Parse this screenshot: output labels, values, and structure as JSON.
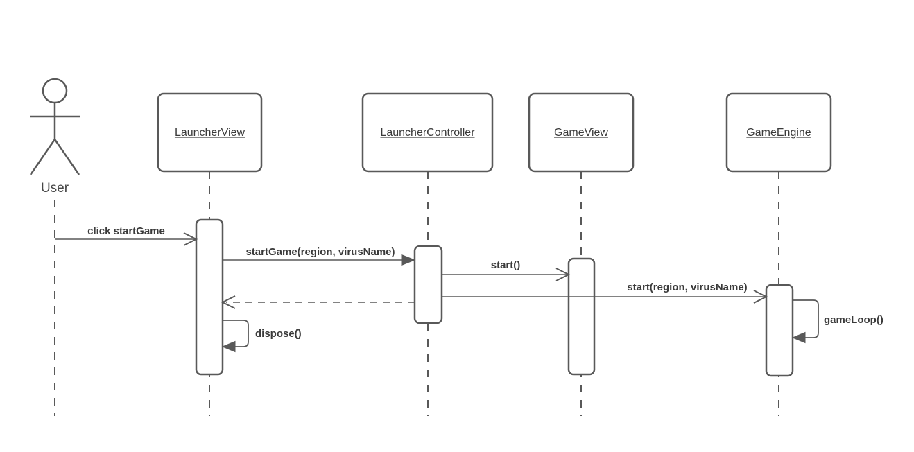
{
  "diagram": {
    "type": "uml-sequence",
    "colors": {
      "stroke": "#595959",
      "text": "#3a3a3a",
      "background": "#ffffff"
    },
    "actor": {
      "label": "User"
    },
    "lifelines": [
      {
        "label": "LauncherView"
      },
      {
        "label": "LauncherController"
      },
      {
        "label": "GameView"
      },
      {
        "label": "GameEngine"
      }
    ],
    "messages": {
      "click_startgame": "click startGame",
      "startgame_args": "startGame(region, virusName)",
      "start": "start()",
      "start_args": "start(region, virusName)",
      "dispose": "dispose()",
      "gameloop": "gameLoop()"
    }
  }
}
